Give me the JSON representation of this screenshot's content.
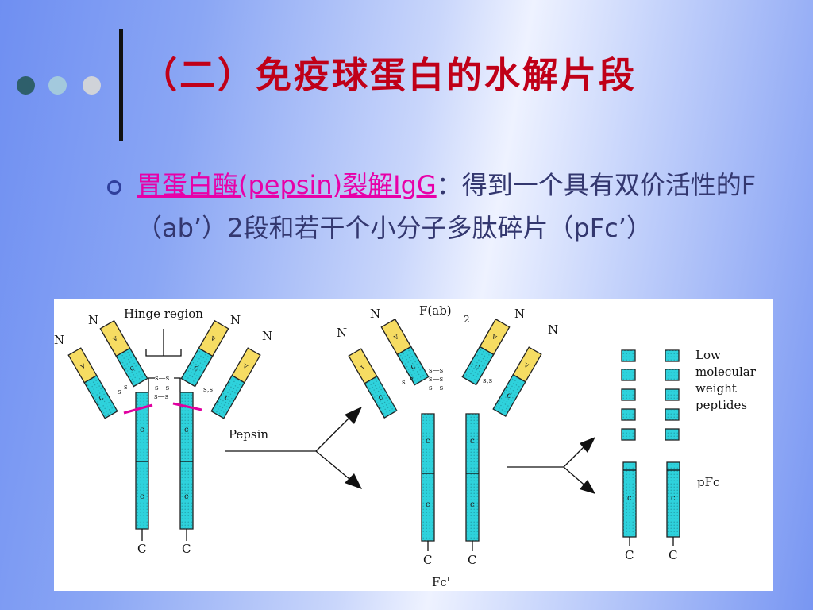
{
  "slide": {
    "title": "（二）免疫球蛋白的水解片段",
    "bullet": {
      "highlight": "胃蛋白酶(pepsin)裂解IgG",
      "rest": "：得到一个具有双价活性的F（ab’）2段和若干个小分子多肽碎片（pFc’）"
    }
  },
  "colors": {
    "title": "#c00018",
    "highlight": "#e800a8",
    "body_text": "#33376f",
    "variable_domain": "#f6dc62",
    "constant_domain": "#2ed2dc",
    "cleavage_mark": "#e000a0",
    "dots": [
      "#2e5f6b",
      "#a3c9dd",
      "#d0d3d9"
    ]
  },
  "diagram": {
    "hinge_region": "Hinge region",
    "pepsin": "Pepsin",
    "fab2_main": "F(ab)",
    "fab2_sub": "2",
    "fc_prime": "Fc'",
    "low_mw_line1": "Low",
    "low_mw_line2": "molecular",
    "low_mw_line3": "weight",
    "low_mw_line4": "peptides",
    "pfc": "pFc",
    "n_label": "N",
    "c_label": "C",
    "v_label": "v",
    "c_domain_label": "c",
    "disulfide": "s—s",
    "s_label": "s",
    "ss_label": "s,s"
  }
}
